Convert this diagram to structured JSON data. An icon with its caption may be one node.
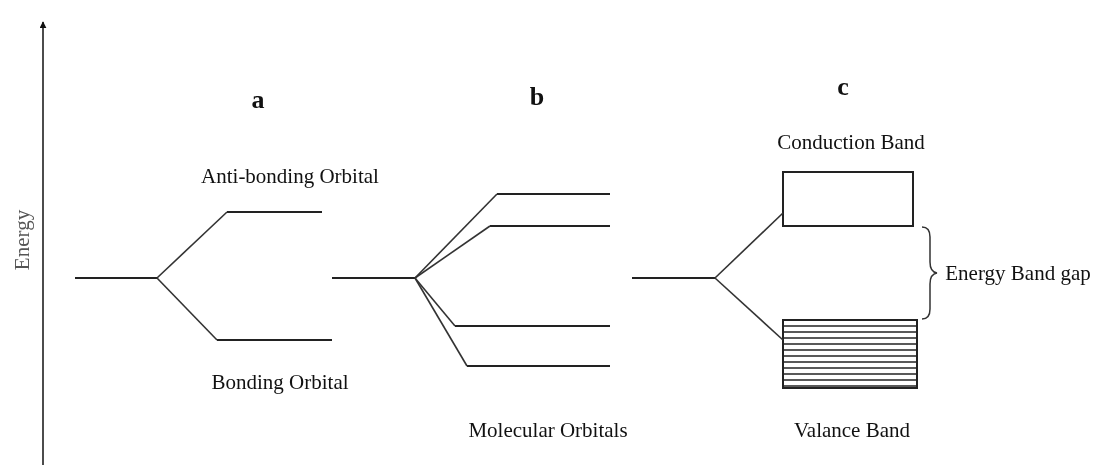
{
  "diagram": {
    "nodes": [
      {
        "text": [],
        "shape": "bar"
      },
      {
        "text": [],
        "shape": "bar"
      },
      {
        "text": [],
        "shape": "bar"
      },
      {
        "text": [],
        "shape": "bar"
      },
      {
        "text": [],
        "shape": "bar"
      },
      {
        "text": [],
        "shape": "bar"
      },
      {
        "text": [],
        "shape": "bar"
      },
      {
        "text": [],
        "shape": "bar"
      },
      {
        "text": [],
        "shape": "bar"
      },
      {
        "text": [],
        "shape": "box"
      },
      {
        "text": [],
        "shape": "box"
      }
    ],
    "edges": [
      {
        "from": 0,
        "to": 1,
        "arrow": "none"
      },
      {
        "from": 0,
        "to": 2,
        "arrow": "none"
      },
      {
        "from": 3,
        "to": 4,
        "arrow": "none"
      },
      {
        "from": 3,
        "to": 5,
        "arrow": "none"
      },
      {
        "from": 3,
        "to": 6,
        "arrow": "none"
      },
      {
        "from": 3,
        "to": 7,
        "arrow": "none"
      },
      {
        "from": 8,
        "to": 9,
        "arrow": "none"
      },
      {
        "from": 8,
        "to": 10,
        "arrow": "none"
      }
    ],
    "labels": [
      "a",
      "b",
      "c",
      "Conduction Band",
      "Anti-bonding Orbital",
      "Energy",
      "Energy Band gap",
      "Bonding Orbital",
      "Molecular Orbitals",
      "Valance Band"
    ]
  }
}
